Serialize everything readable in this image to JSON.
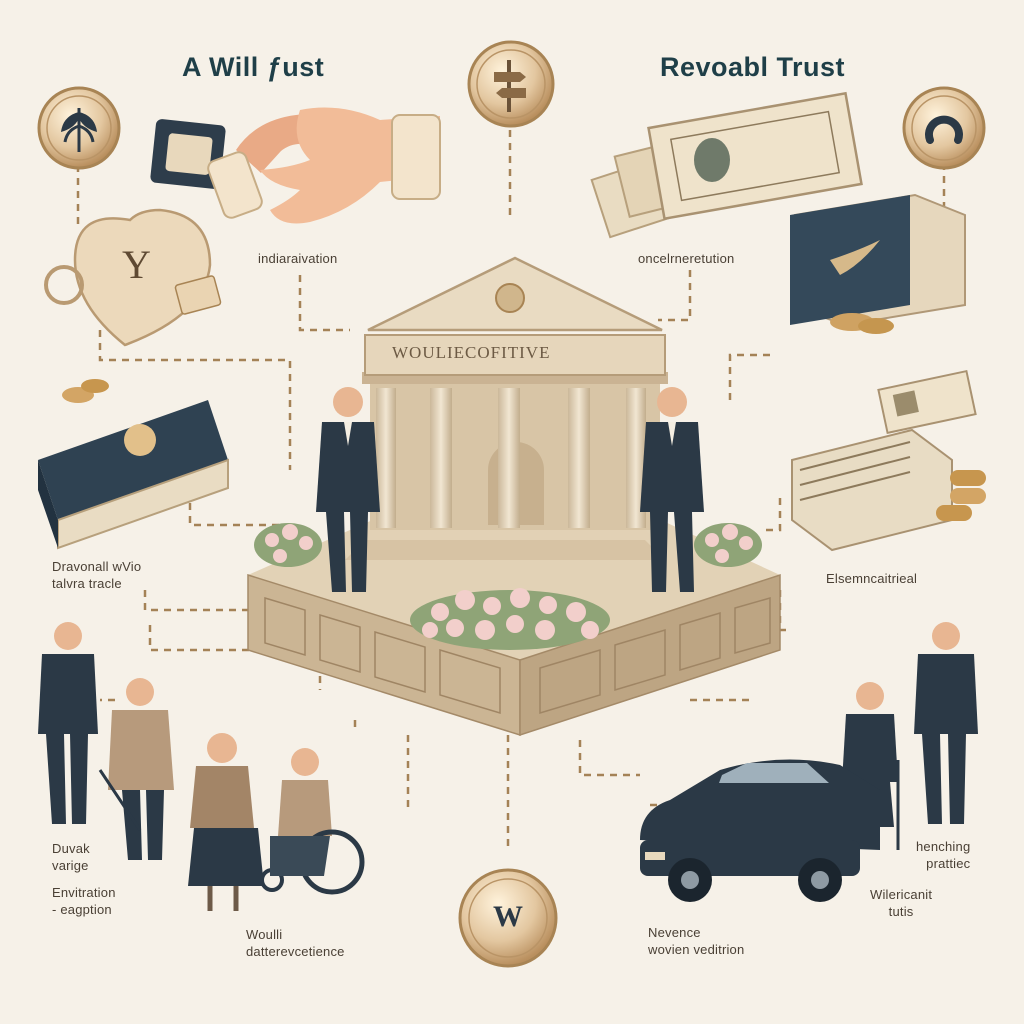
{
  "titles": {
    "left": "A Will ƒust",
    "right": "Revoabl Trust"
  },
  "building": {
    "facade_text": "WOULIECOFITIVE"
  },
  "labels": {
    "top_left_center": "indiaraivation",
    "top_right_center": "oncelrneretution",
    "mid_left": "Dravonall wVio\ntalvra tracle",
    "mid_right": "Elsemncaitrieal",
    "bottom_left_1": "Duvak\nvarige",
    "bottom_left_2": "Envitration\n- eagption",
    "bottom_center_left": "Woulli\ndatterevcetience",
    "bottom_center_right": "Nevence\nwovien veditrion",
    "bottom_right_1": "henching\nprattiec",
    "bottom_right_2": "Wilericanit\ntutis"
  },
  "medallion_letters": {
    "bottom": "W"
  },
  "colors": {
    "background": "#f6f1e8",
    "navy": "#2b3946",
    "gold": "#d8b989",
    "stone": "#d8c6aa",
    "title": "#1f3f48"
  }
}
